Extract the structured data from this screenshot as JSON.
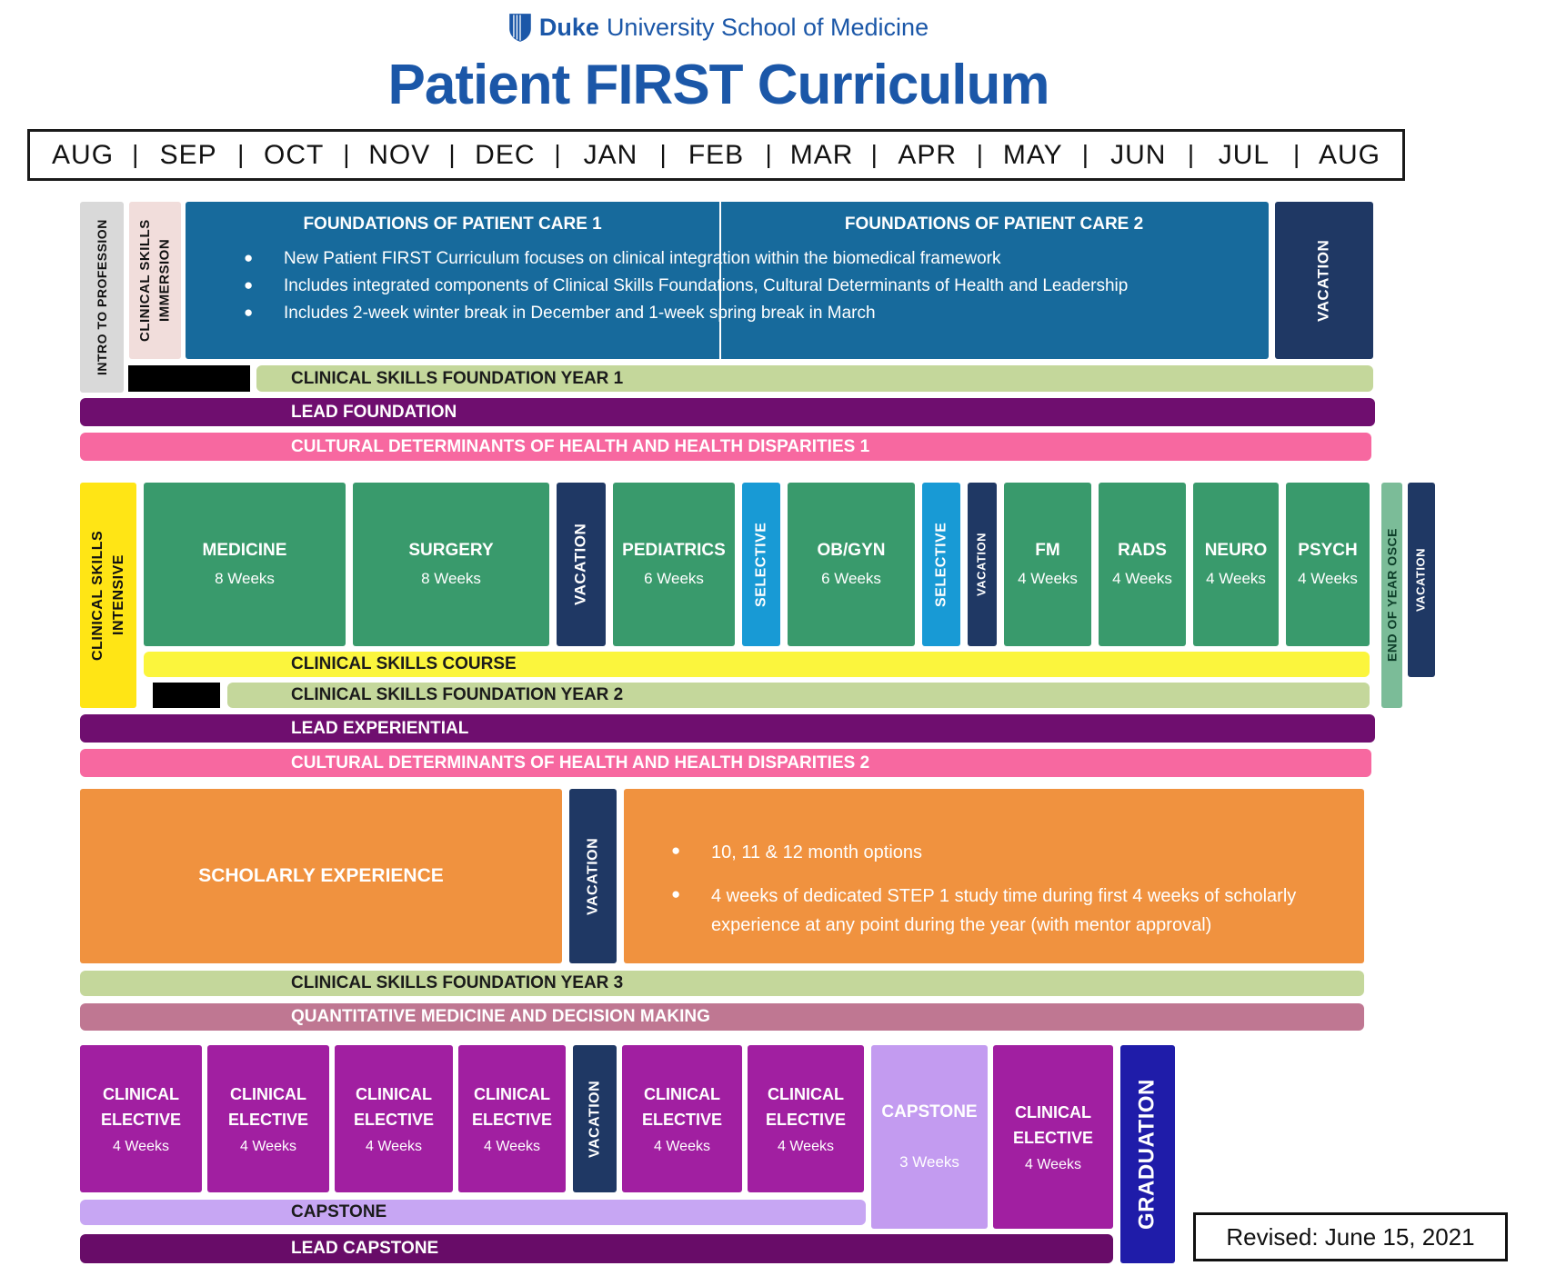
{
  "header": {
    "logo_name": "Duke",
    "logo_rest": "University School of Medicine",
    "title": "Patient FIRST Curriculum"
  },
  "months": [
    "AUG",
    "SEP",
    "OCT",
    "NOV",
    "DEC",
    "JAN",
    "FEB",
    "MAR",
    "APR",
    "MAY",
    "JUN",
    "JUL",
    "AUG"
  ],
  "year1": {
    "intro": "INTRO TO PROFESSION",
    "immersion": "CLINICAL SKILLS\nIMMERSION",
    "fopc1_title": "FOUNDATIONS OF PATIENT CARE 1",
    "fopc2_title": "FOUNDATIONS OF PATIENT CARE 2",
    "fopc_bullets": [
      "New Patient FIRST Curriculum focuses on clinical integration within the biomedical framework",
      "Includes integrated components of Clinical Skills Foundations, Cultural Determinants of Health and Leadership",
      "Includes 2-week winter break in December and 1-week spring break in March"
    ],
    "vacation": "VACATION",
    "csf1": "CLINICAL SKILLS FOUNDATION YEAR 1",
    "lead": "LEAD FOUNDATION",
    "cultural": "CULTURAL DETERMINANTS OF HEALTH AND HEALTH DISPARITIES 1"
  },
  "year2": {
    "intensive": "CLINICAL SKILLS\nINTENSIVE",
    "rotations": [
      {
        "name": "MEDICINE",
        "duration": "8 Weeks"
      },
      {
        "name": "SURGERY",
        "duration": "8 Weeks"
      },
      {
        "name": "PEDIATRICS",
        "duration": "6 Weeks"
      },
      {
        "name": "OB/GYN",
        "duration": "6 Weeks"
      },
      {
        "name": "FM",
        "duration": "4 Weeks"
      },
      {
        "name": "RADS",
        "duration": "4 Weeks"
      },
      {
        "name": "NEURO",
        "duration": "4 Weeks"
      },
      {
        "name": "PSYCH",
        "duration": "4 Weeks"
      }
    ],
    "selective": "SELECTIVE",
    "vacation": "VACATION",
    "osce": "END OF YEAR OSCE",
    "course": "CLINICAL SKILLS COURSE",
    "csf2": "CLINICAL SKILLS FOUNDATION YEAR 2",
    "lead": "LEAD EXPERIENTIAL",
    "cultural": "CULTURAL DETERMINANTS OF HEALTH AND HEALTH DISPARITIES 2"
  },
  "year3": {
    "scholarly": "SCHOLARLY EXPERIENCE",
    "vacation": "VACATION",
    "bullets": [
      "10, 11 & 12 month options",
      "4 weeks of dedicated STEP 1 study time during first 4 weeks of scholarly experience at any point during the year (with mentor approval)"
    ],
    "csf3": "CLINICAL SKILLS FOUNDATION YEAR 3",
    "qmdm": "QUANTITATIVE MEDICINE AND DECISION MAKING"
  },
  "year4": {
    "elective_title": "CLINICAL ELECTIVE",
    "elective_duration": "4 Weeks",
    "vacation": "VACATION",
    "capstone_block_name": "CAPSTONE",
    "capstone_block_duration": "3 Weeks",
    "graduation": "GRADUATION",
    "capstone_bar": "CAPSTONE",
    "lead": "LEAD CAPSTONE"
  },
  "footer": {
    "revised": "Revised: June 15, 2021"
  },
  "colors": {
    "duke_blue": "#1b57a8",
    "foundations_blue": "#176a9c",
    "vacation_navy": "#1f3864",
    "clerkship_green": "#399a6c",
    "selective_blue": "#189ad5",
    "osce_green": "#7bbc98",
    "skills_foundation_green": "#c4d79b",
    "lead_purple": "#6f0e6f",
    "disparities_pink": "#f768a0",
    "intensive_yellow": "#ffe515",
    "course_yellow": "#fbf53d",
    "scholarly_orange": "#f0923f",
    "quantitative_mauve": "#bf7792",
    "elective_magenta": "#a11fa1",
    "capstone_lavender": "#c39bf0",
    "capstone_bar_lavender": "#c7a6f3",
    "lead_capstone_purple": "#680c68",
    "graduation_blue": "#1f1ca9",
    "intro_gray": "#d9d9d9",
    "immersion_pink": "#f1dddb"
  }
}
